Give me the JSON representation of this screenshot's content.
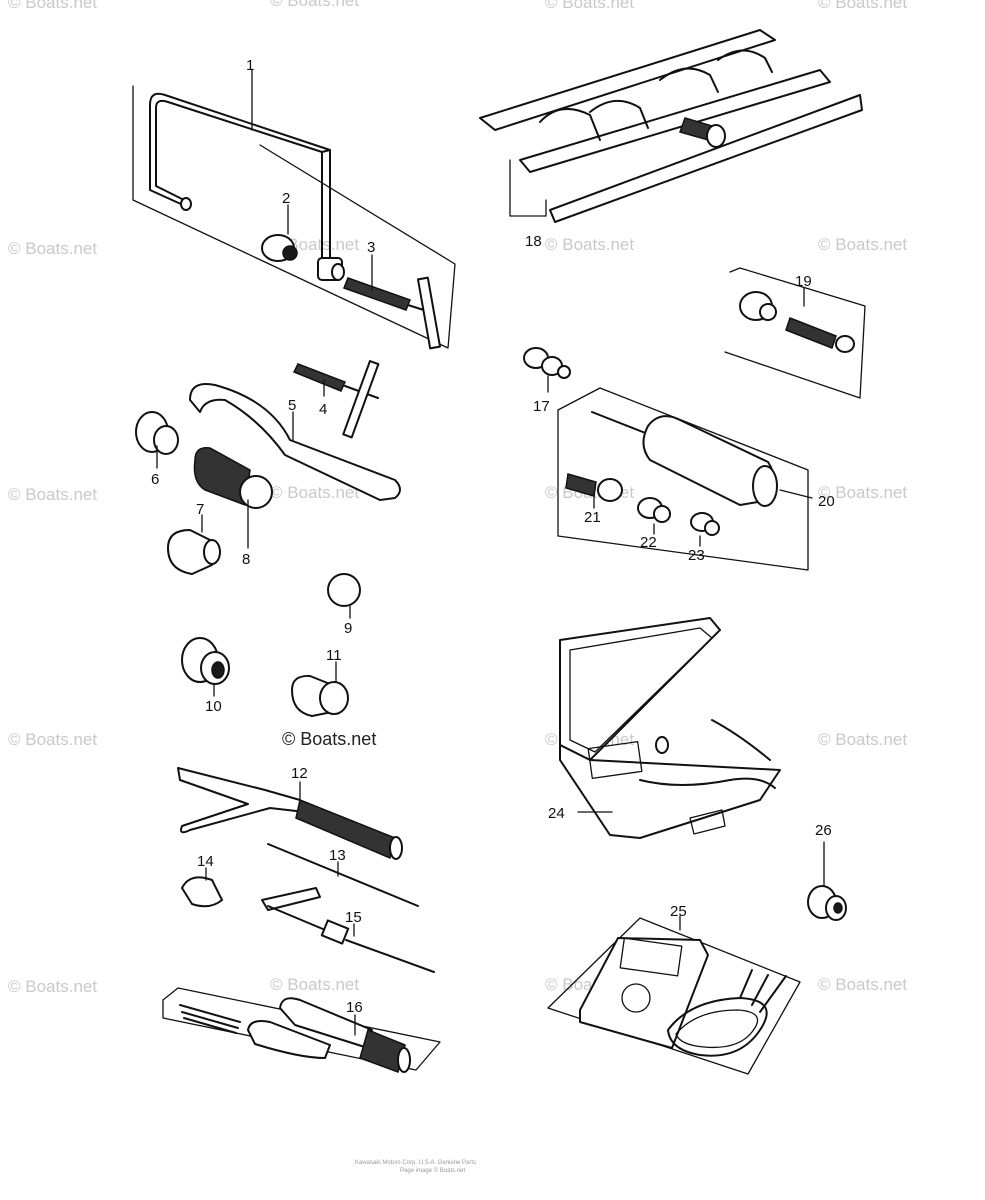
{
  "callouts": [
    {
      "id": "c1",
      "text": "1"
    },
    {
      "id": "c2",
      "text": "2"
    },
    {
      "id": "c3",
      "text": "3"
    },
    {
      "id": "c4",
      "text": "4"
    },
    {
      "id": "c5",
      "text": "5"
    },
    {
      "id": "c6",
      "text": "6"
    },
    {
      "id": "c7",
      "text": "7"
    },
    {
      "id": "c8",
      "text": "8"
    },
    {
      "id": "c9",
      "text": "9"
    },
    {
      "id": "c10",
      "text": "10"
    },
    {
      "id": "c11",
      "text": "11"
    },
    {
      "id": "c12",
      "text": "12"
    },
    {
      "id": "c13",
      "text": "13"
    },
    {
      "id": "c14",
      "text": "14"
    },
    {
      "id": "c15",
      "text": "15"
    },
    {
      "id": "c16",
      "text": "16"
    },
    {
      "id": "c17",
      "text": "17"
    },
    {
      "id": "c18",
      "text": "18"
    },
    {
      "id": "c19",
      "text": "19"
    },
    {
      "id": "c20",
      "text": "20"
    },
    {
      "id": "c21",
      "text": "21"
    },
    {
      "id": "c22",
      "text": "22"
    },
    {
      "id": "c23",
      "text": "23"
    },
    {
      "id": "c24",
      "text": "24"
    },
    {
      "id": "c25",
      "text": "25"
    },
    {
      "id": "c26",
      "text": "26"
    }
  ],
  "watermark": {
    "text": "© Boats.net",
    "center_text": "© Boats.net",
    "color": "#c9c9c9"
  },
  "footer": {
    "line1": "Kawasaki Motors Corp. U.S.A. Genuine Parts",
    "line2": "Page image © Boats.net"
  }
}
